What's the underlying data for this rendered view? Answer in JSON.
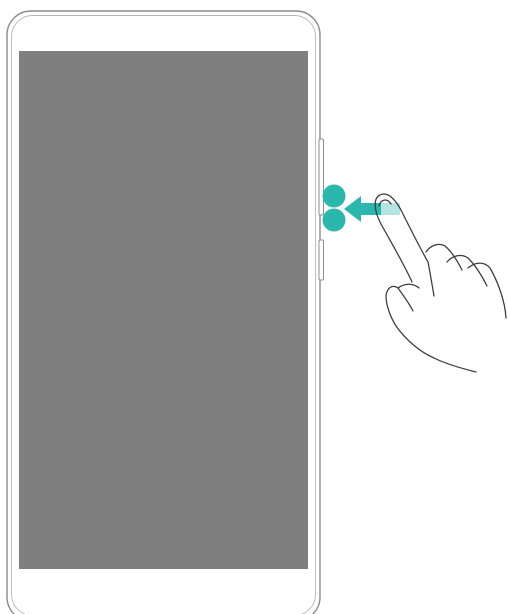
{
  "illustration": {
    "subject": "phone-side-button-press",
    "colors": {
      "phone_outline": "#8c8c8c",
      "screen_fill": "#7f7f80",
      "accent_teal": "#2bb7ad",
      "arrow_light": "#a9dfdb",
      "hand_outline": "#3a3a3a",
      "background": "#ffffff"
    },
    "icons": {
      "phone": "phone-outline",
      "screen": "blank-screen",
      "side_buttons": "volume-and-power-keys",
      "indicator": "double-press-dots",
      "motion": "press-arrow",
      "hand": "pointing-hand"
    }
  }
}
